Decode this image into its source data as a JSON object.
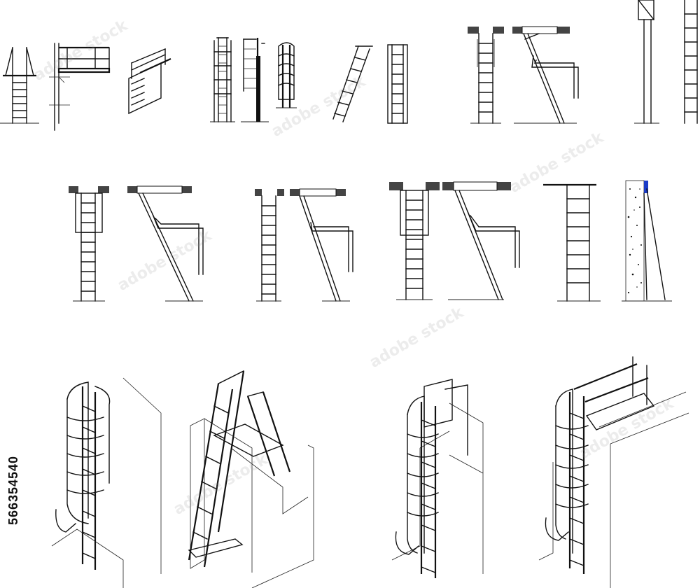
{
  "image": {
    "stock_id": "566354540",
    "watermark_text": "adobe stock"
  },
  "drawing": {
    "line_color": "#111111",
    "background": "#ffffff",
    "accent": "#1a3cc8",
    "rows": [
      {
        "row": "top",
        "items": [
          "vertical-ladder-front",
          "ladder-with-platform-side",
          "platform-perspective",
          "caged-ladder-front",
          "caged-ladder-side",
          "caged-ladder-cage-detail",
          "inclined-ladder",
          "straight-ladder-front",
          "hatch-ladder-front",
          "hatch-ladder-folded",
          "wall-ladder-side",
          "wall-ladder-front"
        ]
      },
      {
        "row": "middle",
        "items": [
          "hatch-ladder-front-2",
          "hatch-ladder-folded-2",
          "hatch-ladder-front-3",
          "hatch-ladder-folded-3",
          "hatch-ladder-front-4",
          "hatch-ladder-folded-4",
          "roof-ladder-front",
          "wall-ladder-concrete"
        ]
      },
      {
        "row": "bottom",
        "items": [
          "caged-ladder-isometric",
          "step-ladder-platform-isometric",
          "caged-ladder-gate-isometric",
          "caged-ladder-walkway-isometric"
        ]
      }
    ]
  }
}
